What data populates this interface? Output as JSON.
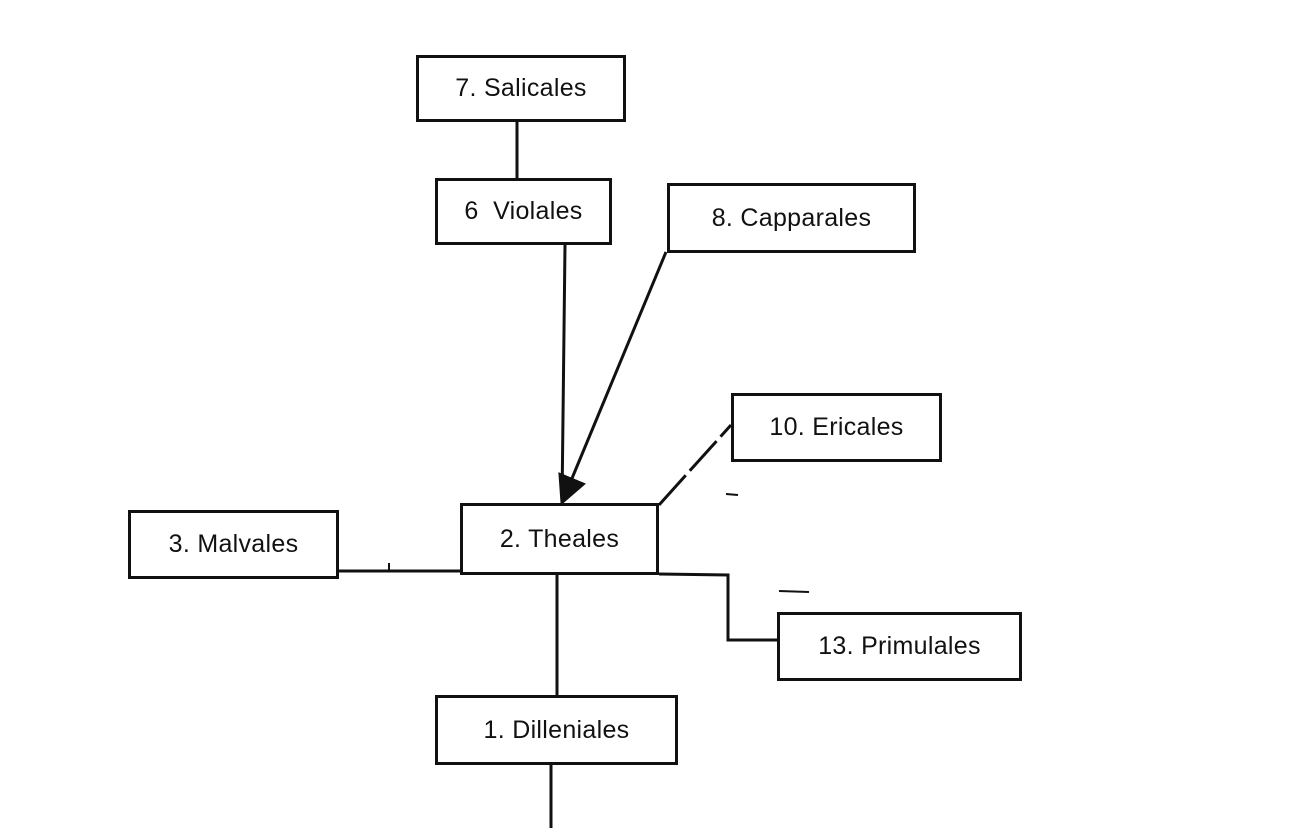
{
  "diagram": {
    "nodes": [
      {
        "id": "salicales",
        "label": "7. Salicales"
      },
      {
        "id": "violales",
        "label": "6  Violales"
      },
      {
        "id": "capparales",
        "label": "8. Capparales"
      },
      {
        "id": "ericales",
        "label": "10. Ericales"
      },
      {
        "id": "theales",
        "label": "2. Theales"
      },
      {
        "id": "malvales",
        "label": "3. Malvales"
      },
      {
        "id": "primulales",
        "label": "13. Primulales"
      },
      {
        "id": "dilleniales",
        "label": "1. Dilleniales"
      }
    ],
    "edges": [
      {
        "from": "violales",
        "to": "salicales"
      },
      {
        "from": "violales",
        "to": "theales"
      },
      {
        "from": "capparales",
        "to": "theales",
        "arrow": true
      },
      {
        "from": "theales",
        "to": "ericales"
      },
      {
        "from": "theales",
        "to": "malvales"
      },
      {
        "from": "theales",
        "to": "primulales"
      },
      {
        "from": "dilleniales",
        "to": "theales"
      }
    ],
    "line_color": "#111111"
  }
}
